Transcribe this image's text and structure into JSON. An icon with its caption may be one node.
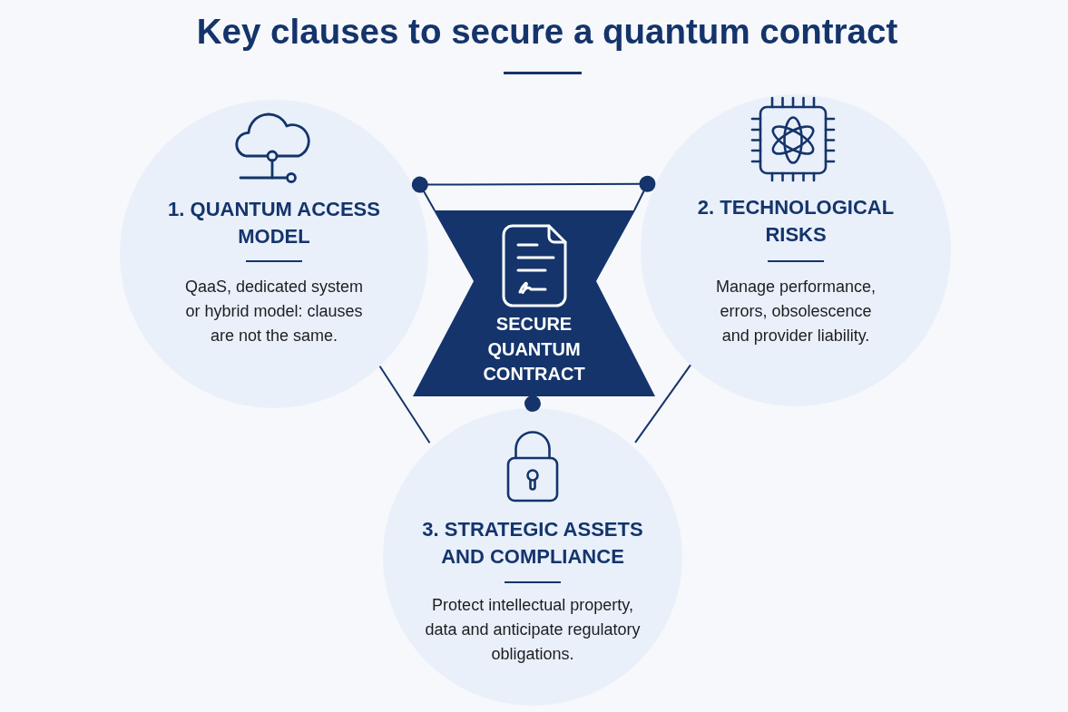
{
  "diagram": {
    "title": "Key clauses to secure a quantum contract",
    "nodes": [
      {
        "text": [
          "1. QUANTUM ACCESS MODEL",
          "QaaS, dedicated system or hybrid model: clauses are not the same."
        ]
      },
      {
        "text": [
          "SECURE QUANTUM CONTRACT"
        ]
      },
      {
        "text": [
          "2. TECHNOLOGICAL RISKS",
          "Manage performance, errors, obsolescence and provider liability."
        ]
      },
      {
        "text": [
          "3. STRATEGIC ASSETS AND COMPLIANCE",
          "Protect intellectual property, data and anticipate regulatory obligations."
        ]
      }
    ],
    "edges": [
      {
        "from": 0,
        "to": 2,
        "arrow": "none"
      },
      {
        "from": 1,
        "to": 0,
        "arrow": "other"
      },
      {
        "from": 1,
        "to": 2,
        "arrow": "other"
      },
      {
        "from": 1,
        "to": 3,
        "arrow": "other"
      },
      {
        "from": 0,
        "to": 3,
        "arrow": "none"
      },
      {
        "from": 2,
        "to": 3,
        "arrow": "none"
      }
    ]
  }
}
